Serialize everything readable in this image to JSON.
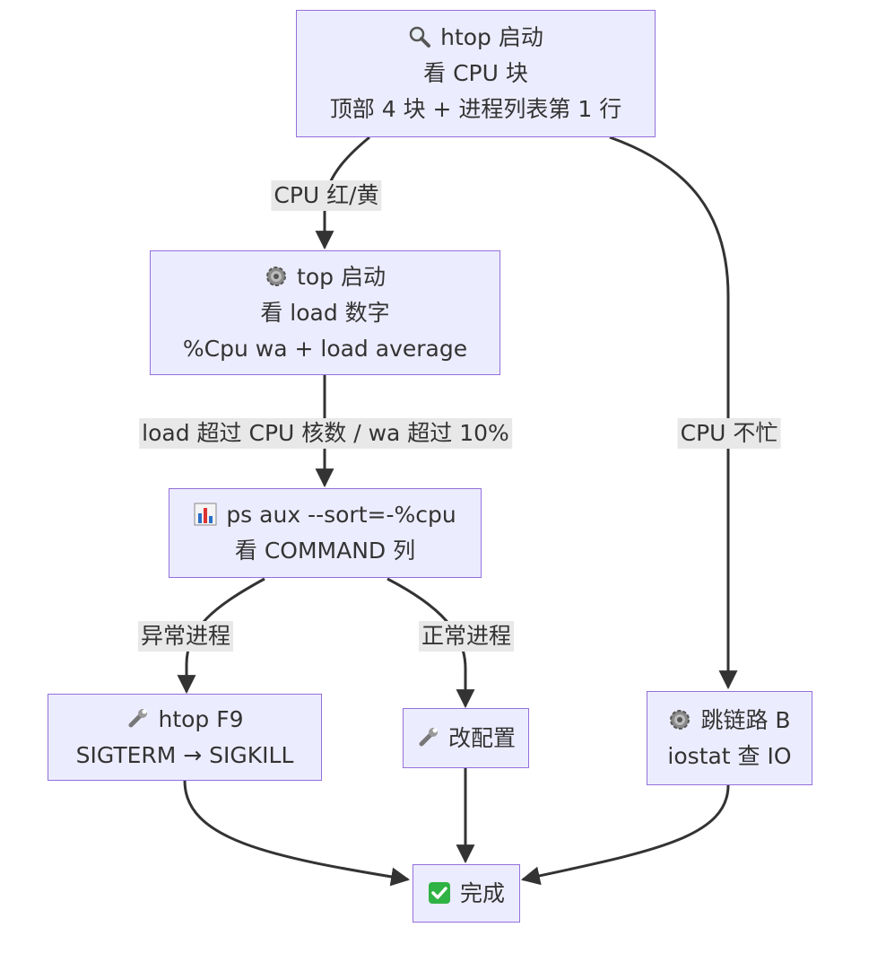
{
  "nodes": {
    "htop": {
      "icon": "magnifier-icon",
      "lines": [
        "htop 启动",
        "看 CPU 块",
        "顶部 4 块 + 进程列表第 1 行"
      ]
    },
    "top": {
      "icon": "gear-icon",
      "lines": [
        "top 启动",
        "看 load 数字",
        "%Cpu wa + load average"
      ]
    },
    "ps": {
      "icon": "bar-chart-icon",
      "lines": [
        "ps aux --sort=-%cpu",
        "看 COMMAND 列"
      ]
    },
    "kill": {
      "icon": "wrench-icon",
      "lines": [
        "htop F9",
        "SIGTERM → SIGKILL"
      ]
    },
    "config": {
      "icon": "wrench-icon",
      "lines": [
        "改配置"
      ]
    },
    "branch": {
      "icon": "gear-icon",
      "lines": [
        "跳链路 B",
        "iostat 查 IO"
      ]
    },
    "done": {
      "icon": "check-box-icon",
      "lines": [
        "完成"
      ]
    }
  },
  "edges": {
    "htop_to_top": "CPU 红/黄",
    "top_to_ps": "load 超过 CPU 核数 / wa 超过 10%",
    "htop_to_branch": "CPU 不忙",
    "ps_to_kill": "异常进程",
    "ps_to_config": "正常进程"
  },
  "colors": {
    "node_fill": "#ececff",
    "node_border": "#9370db",
    "edge": "#333333",
    "label_bg": "#e8e8e8",
    "check_green": "#2fb344"
  }
}
